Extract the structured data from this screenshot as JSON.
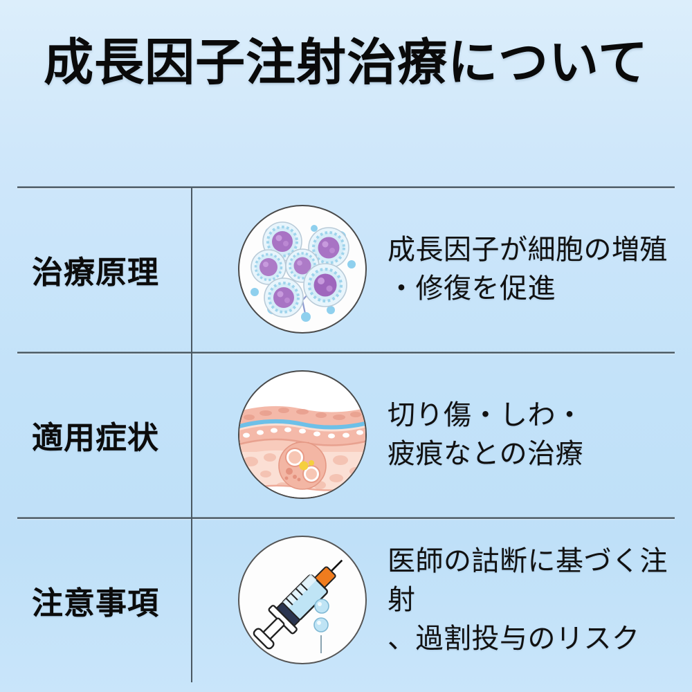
{
  "title": "成長因子注射治療について",
  "background": {
    "top_color": "#dceefb",
    "bottom_color": "#c9e5fa"
  },
  "rows": [
    {
      "label": "治療原理",
      "icon": "cells-icon",
      "desc_line1": "成長因子が細胞の増殖",
      "desc_line2": "・修復を促進"
    },
    {
      "label": "適用症状",
      "icon": "skin-cross-section-icon",
      "desc_line1": "切り傷・しわ・",
      "desc_line2": "疲痕なとの治療"
    },
    {
      "label": "注意事項",
      "icon": "syringe-icon",
      "desc_line1": "医師の詁断に基づく注射",
      "desc_line2": "、過割投与のリスク"
    }
  ],
  "colors": {
    "divider": "#4a5862",
    "text": "#111111",
    "cell_nucleus": "#a36cc0",
    "cell_membrane": "#d6ecf8",
    "skin_pink": "#f5c3b4",
    "skin_blue_layer": "#7ec6ea",
    "syringe_barrel": "#bfe4f5",
    "syringe_needle_hub": "#f07c1e",
    "syringe_plunger": "#2b3550"
  }
}
